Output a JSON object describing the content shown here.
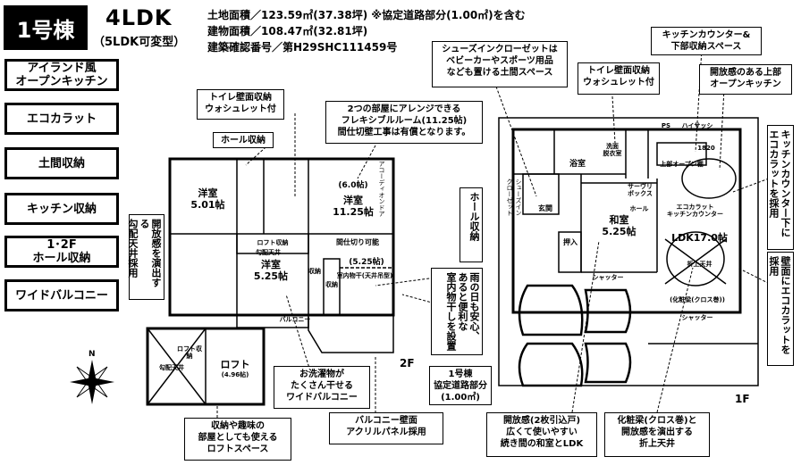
{
  "header": {
    "badge": "1号棟",
    "layout": "4LDK",
    "layout_note": "（5LDK可変型）",
    "land_area": "土地面積／123.59㎡(37.38坪) ※協定道路部分(1.00㎡)を含む",
    "building_area": "建物面積／108.47㎡(32.81坪)",
    "permit": "建築確認番号／第H29SHC111459号"
  },
  "features": [
    "アイランド風\nオープンキッチン",
    "エコカラット",
    "土間収納",
    "キッチン収納",
    "1･2F\nホール収納",
    "ワイドバルコニー"
  ],
  "callouts": {
    "toilet_2f": "トイレ壁面収納\nウォシュレット付",
    "hall_storage_2f": "ホール収納",
    "flexible_room": "2つの部屋にアレンジできる\nフレキシブルルーム(11.25帖)\n間仕切壁工事は有償となります。",
    "shoes_closet": "シューズインクローゼットは\nベビーカーやスポーツ用品\nなども置ける土間スペース",
    "toilet_1f": "トイレ壁面収納\nウォシュレット付",
    "kitchen_counter": "キッチンカウンター&\n下部収納スペース",
    "open_kitchen": "開放感のある上部\nオープンキッチン",
    "eco_carat_vertical": "キッチンカウンター下に\nエコカラットを採用",
    "eco_carat_wall": "壁面にエコカラットを採用",
    "hall_storage_1f": "ホール収納",
    "rainy_day": "雨の日も安心、\nあると便利な\n室内物干しを設置",
    "ceiling_left": "開放感を演出する\n勾配天井採用",
    "laundry": "お洗濯物が\nたくさん干せる\nワイドバルコニー",
    "loft": "収納や趣味の\n部屋としても使える\nロフトスペース",
    "balcony_wall": "バルコニー壁面\nアクリルパネル採用",
    "road_part": "1号棟\n協定道路部分\n(1.00㎡)",
    "japanese_room": "開放感(2枚引込戸)\n広くて使いやすい\n続き間の和室とLDK",
    "ceiling_right": "化粧梁(クロス巻)と\n開放感を演出する\n折上天井"
  },
  "plan_2f": {
    "room_west": "洋室\n5.01帖",
    "room_flex": "洋室\n11.25帖",
    "flex_a": "(6.0帖)",
    "flex_b": "(5.25帖)",
    "room_south": "洋室\n5.25帖",
    "balcony": "バルコニー",
    "loft_storage": "ロフト収納",
    "ceiling": "勾配天井",
    "partition": "間仕切り可能",
    "cloth_hanger": "室内物干(天井吊型)",
    "accordion_door": "アコーディオンドア",
    "storage": "収納",
    "label": "2F",
    "walk": "収納"
  },
  "plan_loft": {
    "room": "ロフト",
    "size": "(4.96帖)",
    "loft_storage": "ロフト収納",
    "ceiling": "勾配天井"
  },
  "plan_1f": {
    "bath": "浴室",
    "washroom": "洗面\n脱衣室",
    "ldk": "LDK17.0帖",
    "japanese": "和室\n5.25帖",
    "entrance": "玄関",
    "oshiire": "押入",
    "kitchen": "上部オープン棚",
    "eco_counter": "エコカラット\nキッチンカウンター",
    "ceiling": "折上天井",
    "beam": "(化粧梁(クロス巻))",
    "shutter": "シャッター",
    "high_sash": "ハイサッシ",
    "sannin_box": "サーヴリ\nボックス",
    "shoes_closet": "シューズイン\nクローゼット",
    "ps": "PS",
    "label": "1F",
    "hall": "ホール",
    "counter_size": "1820"
  },
  "compass": "N"
}
